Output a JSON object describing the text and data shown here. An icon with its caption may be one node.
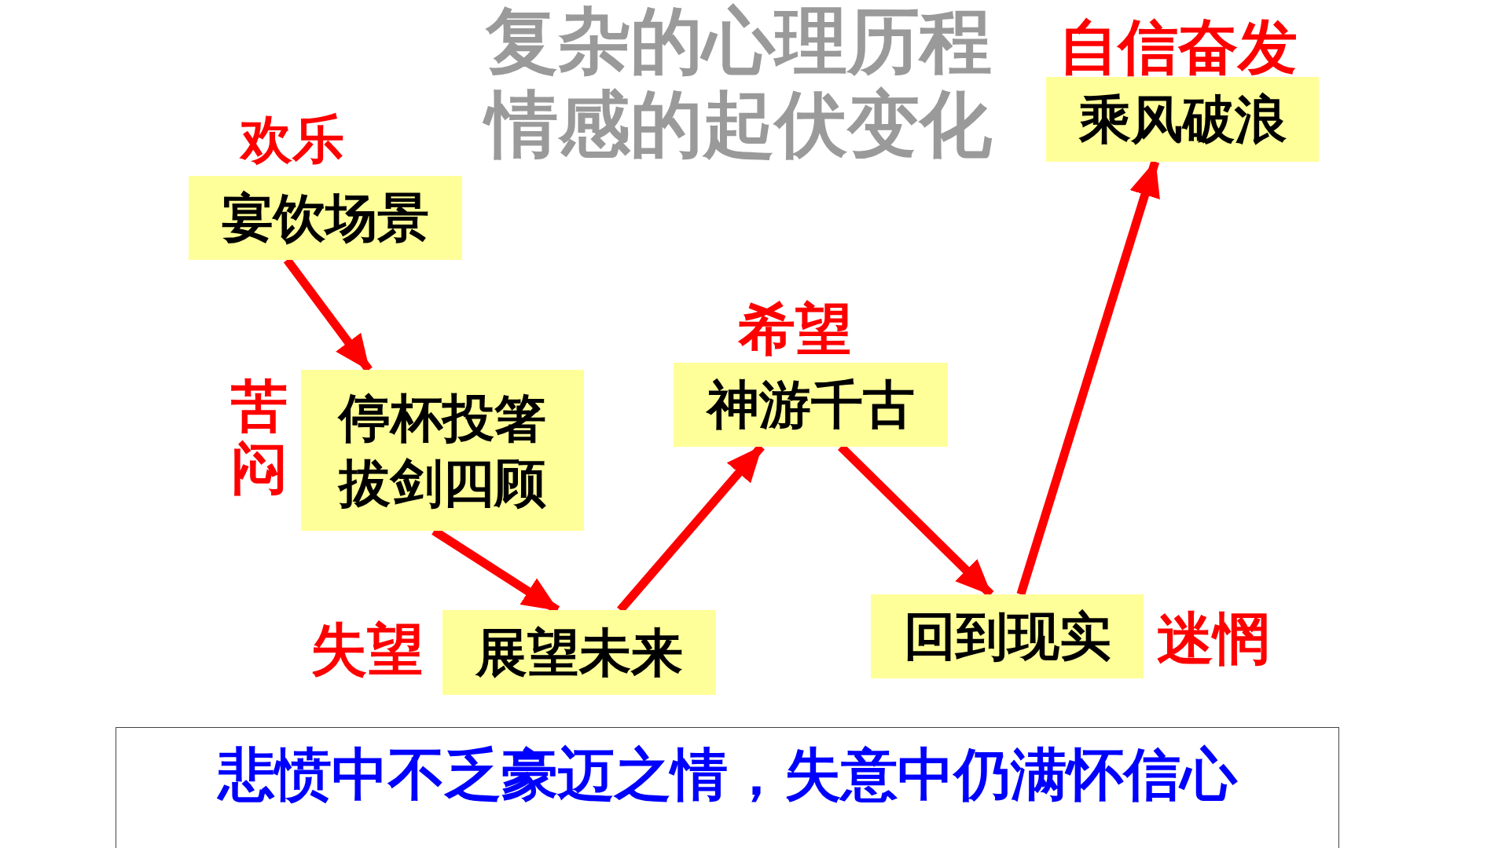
{
  "diagram": {
    "title": "复杂的心理历程情感的起伏变化",
    "nodes": [
      {
        "text": [
          "宴饮场景"
        ],
        "beside": [
          "欢乐"
        ]
      },
      {
        "text": [
          "停杯投箸拔剑四顾"
        ],
        "beside": [
          "苦闷"
        ]
      },
      {
        "text": [
          "展望未来"
        ],
        "beside": [
          "失望"
        ]
      },
      {
        "text": [
          "神游千古"
        ],
        "beside": [
          "希望"
        ]
      },
      {
        "text": [
          "回到现实"
        ],
        "beside": [
          "迷惘"
        ]
      },
      {
        "text": [
          "乘风破浪"
        ],
        "beside": [
          "自信奋发"
        ]
      },
      {
        "text": [
          "悲愤中不乏豪迈之情，失意中仍满怀信心"
        ]
      }
    ],
    "edges": [
      {
        "from": 0,
        "to": 1,
        "arrow": "to"
      },
      {
        "from": 1,
        "to": 2,
        "arrow": "to"
      },
      {
        "from": 2,
        "to": 3,
        "arrow": "to"
      },
      {
        "from": 3,
        "to": 4,
        "arrow": "to"
      },
      {
        "from": 4,
        "to": 5,
        "arrow": "to"
      }
    ]
  }
}
